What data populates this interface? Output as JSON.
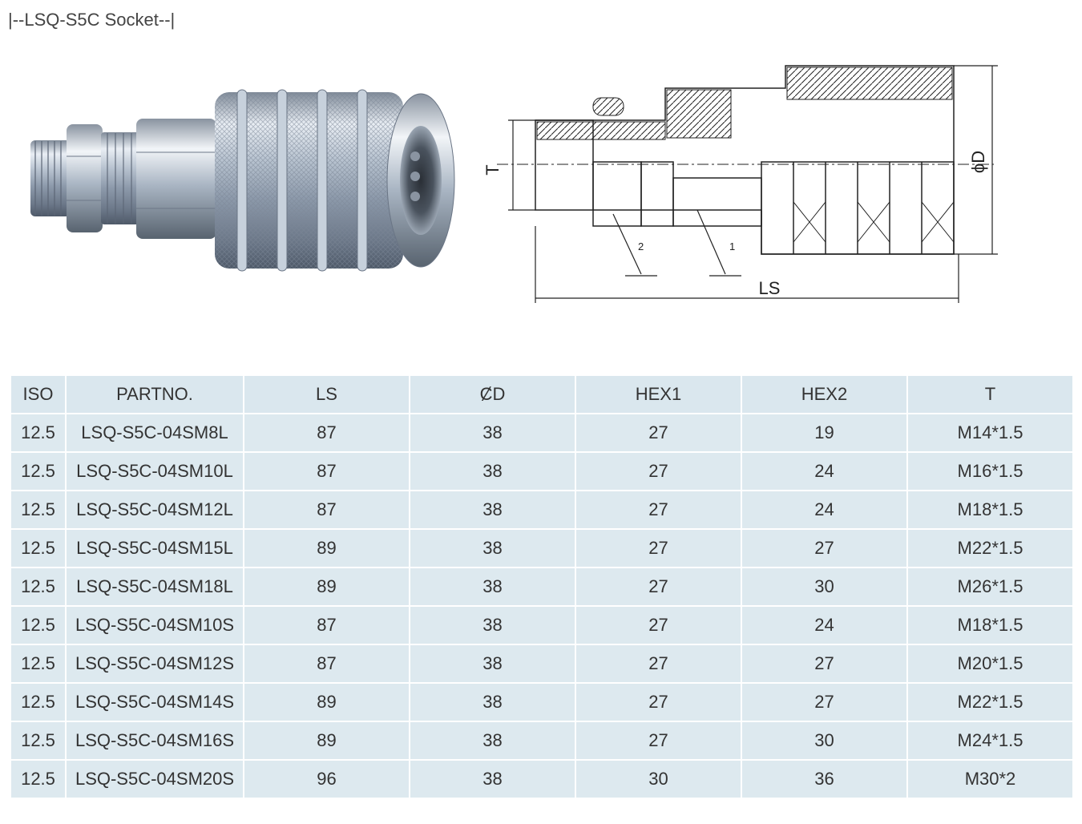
{
  "title": "|--LSQ-S5C Socket--|",
  "drawing_labels": {
    "t": "T",
    "d": "ϕD",
    "ls": "LS",
    "hex2": "2",
    "hex1": "1"
  },
  "table": {
    "headers": [
      "ISO",
      "PARTNO.",
      "LS",
      "ȻD",
      "HEX1",
      "HEX2",
      "T"
    ],
    "rows": [
      [
        "12.5",
        "LSQ-S5C-04SM8L",
        "87",
        "38",
        "27",
        "19",
        "M14*1.5"
      ],
      [
        "12.5",
        "LSQ-S5C-04SM10L",
        "87",
        "38",
        "27",
        "24",
        "M16*1.5"
      ],
      [
        "12.5",
        "LSQ-S5C-04SM12L",
        "87",
        "38",
        "27",
        "24",
        "M18*1.5"
      ],
      [
        "12.5",
        "LSQ-S5C-04SM15L",
        "89",
        "38",
        "27",
        "27",
        "M22*1.5"
      ],
      [
        "12.5",
        "LSQ-S5C-04SM18L",
        "89",
        "38",
        "27",
        "30",
        "M26*1.5"
      ],
      [
        "12.5",
        "LSQ-S5C-04SM10S",
        "87",
        "38",
        "27",
        "24",
        "M18*1.5"
      ],
      [
        "12.5",
        "LSQ-S5C-04SM12S",
        "87",
        "38",
        "27",
        "27",
        "M20*1.5"
      ],
      [
        "12.5",
        "LSQ-S5C-04SM14S",
        "89",
        "38",
        "27",
        "27",
        "M22*1.5"
      ],
      [
        "12.5",
        "LSQ-S5C-04SM16S",
        "89",
        "38",
        "27",
        "30",
        "M24*1.5"
      ],
      [
        "12.5",
        "LSQ-S5C-04SM20S",
        "96",
        "38",
        "30",
        "36",
        "M30*2"
      ]
    ]
  }
}
